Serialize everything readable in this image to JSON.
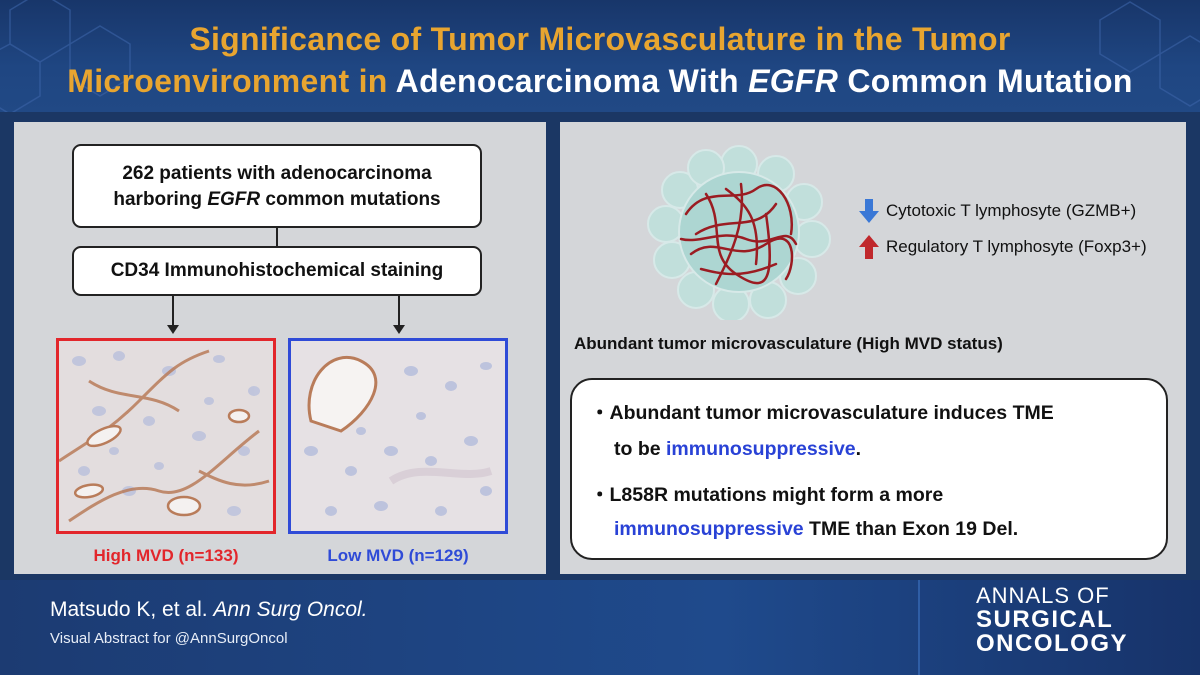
{
  "header": {
    "title_line1": "Significance of Tumor Microvasculature in the Tumor",
    "title_line2_highlight": "Microenvironment in",
    "title_line2_part1": " Adenocarcinoma With ",
    "title_line2_italic": "EGFR",
    "title_line2_part2": " Common Mutation"
  },
  "left": {
    "patients_line1": "262 patients with adenocarcinoma",
    "patients_line2_prefix": "harboring ",
    "patients_line2_italic": "EGFR",
    "patients_line2_suffix": " common mutations",
    "staining": "CD34 Immunohistochemical staining",
    "high_caption": "High MVD (n=133)",
    "low_caption": "Low MVD (n=129)"
  },
  "right": {
    "legend_down": "Cytotoxic T lymphosyte (GZMB+)",
    "legend_up": "Regulatory T lymphosyte (Foxp3+)",
    "abundant_label": "Abundant tumor microvasculature (High MVD status)",
    "summary": {
      "line1": "・Abundant tumor microvasculature induces TME",
      "line2_prefix": "to be ",
      "line2_blue": "immunosuppressive",
      "line2_suffix": ".",
      "line3": "・L858R mutations might form a more",
      "line4_blue": "immunosuppressive",
      "line4_suffix": " TME than Exon 19 Del."
    }
  },
  "footer": {
    "citation_prefix": "Matsudo K, et al. ",
    "citation_journal": "Ann Surg Oncol.",
    "byline": "Visual Abstract for @AnnSurgOncol",
    "logo_line1": "ANNALS OF",
    "logo_line2": "SURGICAL",
    "logo_line3": "ONCOLOGY"
  },
  "colors": {
    "title_highlight": "#e8a530",
    "high_mvd": "#e2262b",
    "low_mvd": "#2f4bd7",
    "emphasis_blue": "#2942d6",
    "arrow_down": "#3a78d6",
    "arrow_up": "#c0282c"
  },
  "icons": {
    "down": "arrow-down-icon",
    "up": "arrow-up-icon"
  }
}
